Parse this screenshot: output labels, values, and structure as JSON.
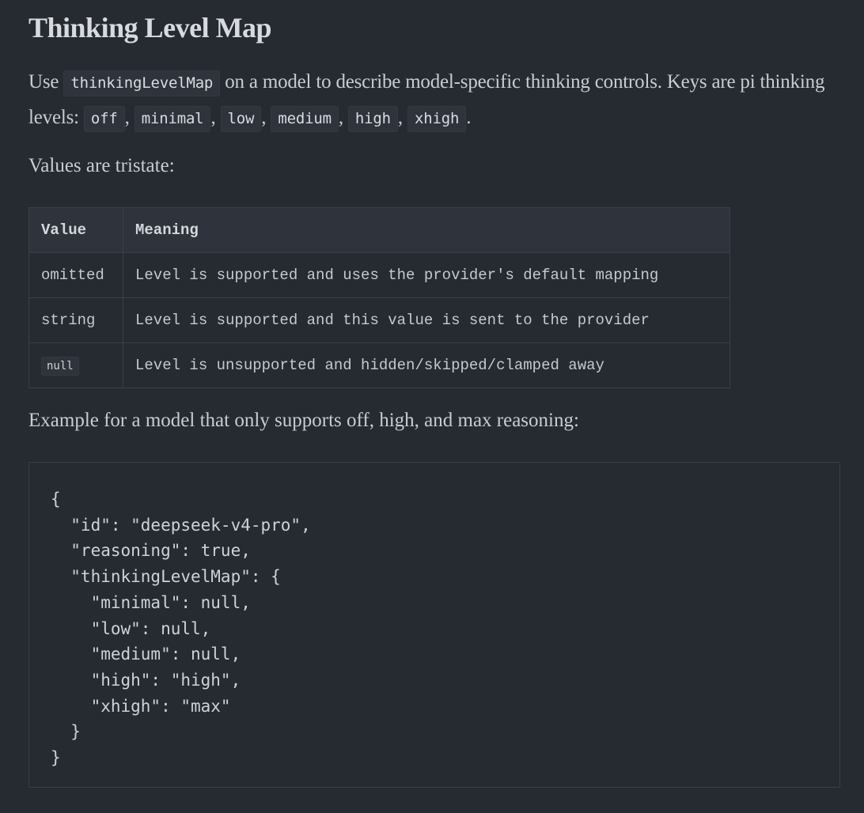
{
  "title": "Thinking Level Map",
  "intro": {
    "before": "Use ",
    "code": "thinkingLevelMap",
    "after": " on a model to describe model-specific thinking controls. Keys are pi thinking levels: ",
    "levels": [
      "off",
      "minimal",
      "low",
      "medium",
      "high",
      "xhigh"
    ],
    "separator": ", ",
    "end": "."
  },
  "tristate_text": "Values are tristate:",
  "table": {
    "headers": [
      "Value",
      "Meaning"
    ],
    "rows": [
      {
        "value": "omitted",
        "meaning": "Level is supported and uses the provider's default mapping"
      },
      {
        "value": "string",
        "meaning": "Level is supported and this value is sent to the provider"
      },
      {
        "value": "null",
        "meaning": "Level is unsupported and hidden/skipped/clamped away"
      }
    ]
  },
  "example_text": "Example for a model that only supports off, high, and max reasoning:",
  "code_block": "{\n  \"id\": \"deepseek-v4-pro\",\n  \"reasoning\": true,\n  \"thinkingLevelMap\": {\n    \"minimal\": null,\n    \"low\": null,\n    \"medium\": null,\n    \"high\": \"high\",\n    \"xhigh\": \"max\"\n  }\n}"
}
